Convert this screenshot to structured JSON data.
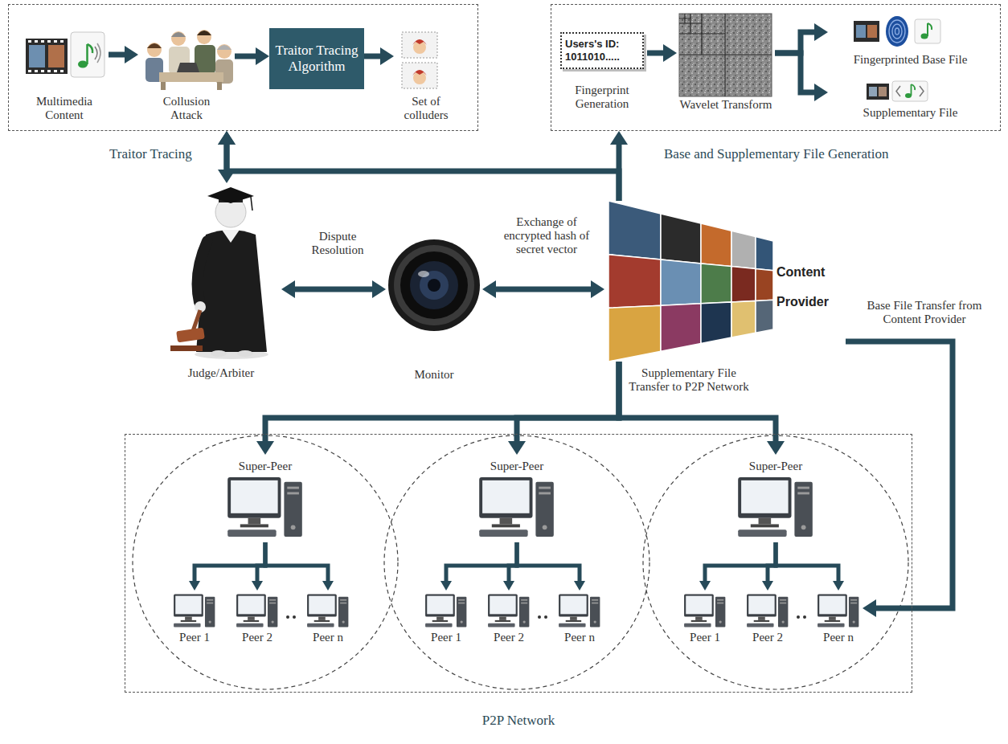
{
  "diagram": {
    "nodes": [
      {
        "text": [
          "Traitor Tracing"
        ]
      },
      {
        "text": [
          "Multimedia Content"
        ],
        "in": 0
      },
      {
        "text": [
          "Collusion Attack"
        ],
        "in": 0
      },
      {
        "text": [
          "Traitor Tracing Algorithm"
        ],
        "in": 0
      },
      {
        "text": [
          "Set of colluders"
        ],
        "in": 0
      },
      {
        "text": [
          "Base and Supplementary File Generation"
        ]
      },
      {
        "text": [
          "Users's ID: 1011010.....",
          "Fingerprint Generation"
        ],
        "in": 5
      },
      {
        "text": [
          "Wavelet Transform"
        ],
        "in": 5
      },
      {
        "text": [
          "Fingerprinted Base File"
        ],
        "in": 5
      },
      {
        "text": [
          "Supplementary File"
        ],
        "in": 5
      },
      {
        "text": [
          "Judge/Arbiter"
        ]
      },
      {
        "text": [
          "Monitor"
        ]
      },
      {
        "text": [
          "Content Provider"
        ]
      },
      {
        "text": [
          "P2P Network"
        ]
      },
      {
        "text": [
          "Super-Peer"
        ],
        "in": 13
      },
      {
        "text": [
          "Peer 1"
        ],
        "in": 13
      },
      {
        "text": [
          "Peer 2"
        ],
        "in": 13
      },
      {
        "text": [
          "Peer n"
        ],
        "in": 13
      },
      {
        "text": [
          "Super-Peer"
        ],
        "in": 13
      },
      {
        "text": [
          "Peer 1"
        ],
        "in": 13
      },
      {
        "text": [
          "Peer 2"
        ],
        "in": 13
      },
      {
        "text": [
          "Peer n"
        ],
        "in": 13
      },
      {
        "text": [
          "Super-Peer"
        ],
        "in": 13
      },
      {
        "text": [
          "Peer 1"
        ],
        "in": 13
      },
      {
        "text": [
          "Peer 2"
        ],
        "in": 13
      },
      {
        "text": [
          "Peer n"
        ],
        "in": 13
      }
    ],
    "edges": [
      {
        "from": 1,
        "to": 2,
        "arrow": "to"
      },
      {
        "from": 2,
        "to": 3,
        "arrow": "to"
      },
      {
        "from": 3,
        "to": 4,
        "arrow": "to"
      },
      {
        "from": 6,
        "to": 7,
        "arrow": "to"
      },
      {
        "from": 7,
        "to": 8,
        "arrow": "to"
      },
      {
        "from": 7,
        "to": 9,
        "arrow": "to"
      },
      {
        "from": 10,
        "to": 0,
        "arrow": "both"
      },
      {
        "from": 12,
        "to": 0,
        "arrow": "to"
      },
      {
        "from": 12,
        "to": 5,
        "arrow": "to"
      },
      {
        "from": 10,
        "to": 11,
        "label": "Dispute Resolution",
        "arrow": "both"
      },
      {
        "from": 11,
        "to": 12,
        "label": "Exchange of encrypted hash of secret vector",
        "arrow": "both"
      },
      {
        "from": 12,
        "to": 14,
        "label": "Supplementary File Transfer to P2P Network",
        "arrow": "to"
      },
      {
        "from": 12,
        "to": 18,
        "arrow": "to"
      },
      {
        "from": 12,
        "to": 22,
        "arrow": "to"
      },
      {
        "from": 12,
        "to": 25,
        "label": "Base File Transfer from Content Provider",
        "arrow": "to"
      },
      {
        "from": 14,
        "to": 15,
        "arrow": "to"
      },
      {
        "from": 14,
        "to": 16,
        "arrow": "to"
      },
      {
        "from": 14,
        "to": 17,
        "arrow": "to"
      },
      {
        "from": 18,
        "to": 19,
        "arrow": "to"
      },
      {
        "from": 18,
        "to": 20,
        "arrow": "to"
      },
      {
        "from": 18,
        "to": 21,
        "arrow": "to"
      },
      {
        "from": 22,
        "to": 23,
        "arrow": "to"
      },
      {
        "from": 22,
        "to": 24,
        "arrow": "to"
      },
      {
        "from": 22,
        "to": 25,
        "arrow": "to"
      }
    ]
  }
}
